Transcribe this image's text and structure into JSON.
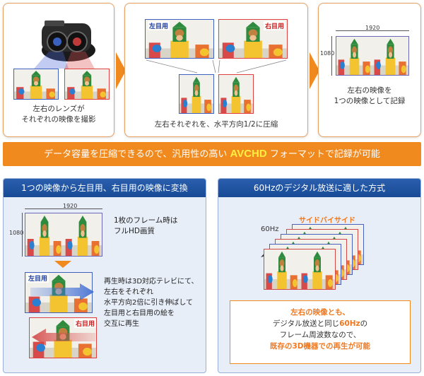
{
  "step1": {
    "caption": [
      "左右のレンズが",
      "それぞれの映像を撮影"
    ]
  },
  "step2": {
    "left_tag": "左目用",
    "right_tag": "右目用",
    "caption": "左右それぞれを、水平方向1/2に圧縮"
  },
  "step3": {
    "width_label": "1920",
    "height_label": "1080",
    "caption": [
      "左右の映像を",
      "1つの映像として記録"
    ]
  },
  "banner": {
    "before": "データ容量を圧縮できるので、汎用性の高い",
    "highlight": "AVCHD",
    "after": "フォーマットで記録が可能"
  },
  "left_panel": {
    "title": "1つの映像から左目用、右目用の映像に変換",
    "width_label": "1920",
    "height_label": "1080",
    "frame_text": [
      "1枚のフレーム時は",
      "フルHD画質"
    ],
    "left_tag": "左目用",
    "right_tag": "右目用",
    "playback_text": [
      "再生時は3D対応テレビにて、",
      "左右をそれぞれ",
      "水平方向2倍に引き伸ばして",
      "左目用と右目用の絵を",
      "交互に再生"
    ]
  },
  "right_panel": {
    "title": "60Hzのデジタル放送に適した方式",
    "sbs_label": "サイドバイサイド",
    "hz_label": "60Hz",
    "note": {
      "l1_o": "左右の映像とも、",
      "l2_a": "デジタル放送と同じ",
      "l2_o": "60Hz",
      "l2_b": "の",
      "l3": "フレーム周波数なので、",
      "l4_o": "既存の3D機器での再生が可能"
    }
  },
  "colors": {
    "accent": "#f08a1f",
    "panel_head": "#1f55a4",
    "left_eye": "#2040a0",
    "right_eye": "#d02020"
  }
}
